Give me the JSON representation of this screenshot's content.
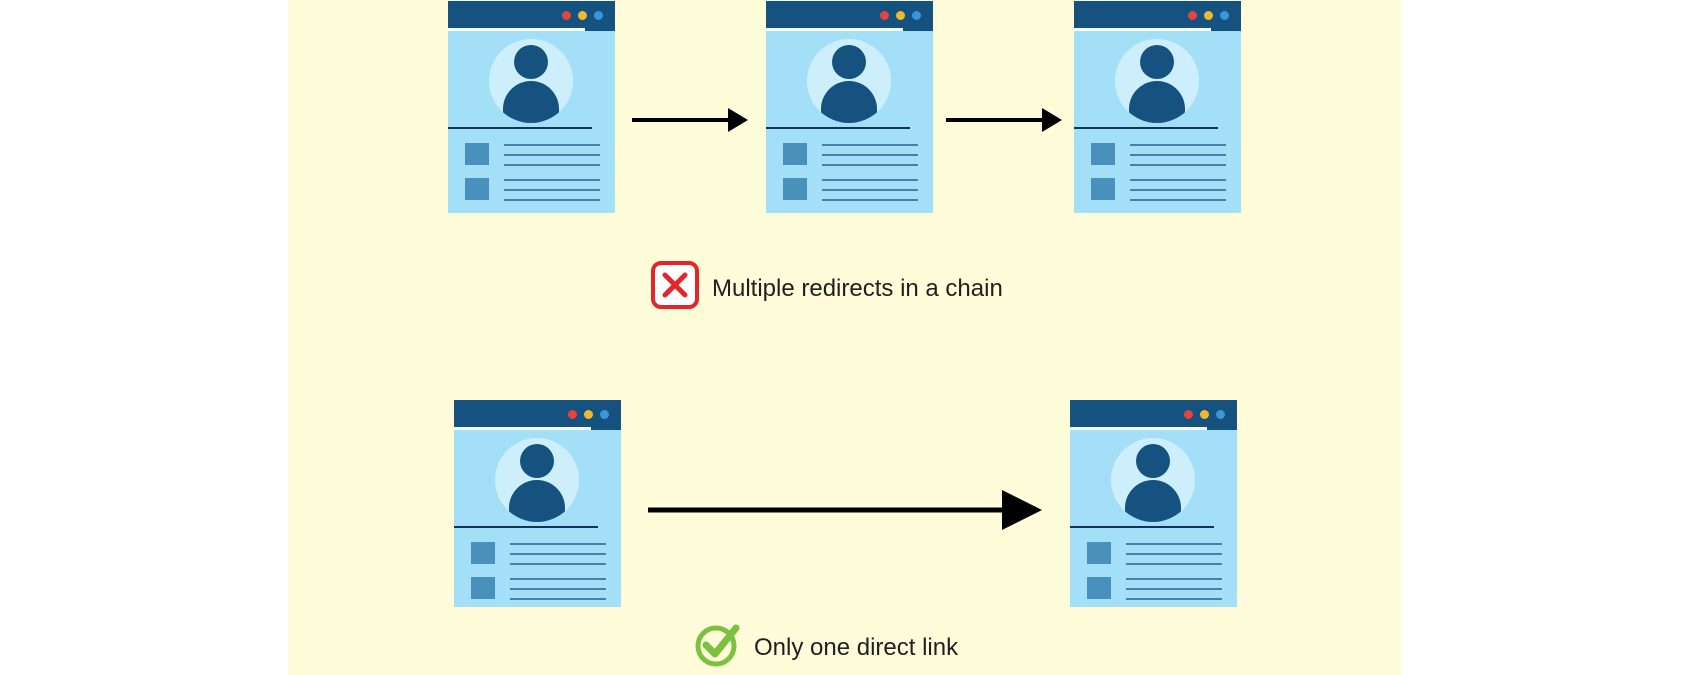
{
  "chain": {
    "caption": "Multiple redirects in a chain",
    "status_icon": "x-mark-icon",
    "status_color": "#e3262b",
    "pages": 3
  },
  "direct": {
    "caption": "Only one direct link",
    "status_icon": "checkmark-icon",
    "status_color": "#7cc241",
    "pages": 2
  },
  "colors": {
    "background": "#fffdd9",
    "page_fill": "#a3e0f8",
    "header": "#16527f",
    "arrow": "#000000"
  },
  "icons": [
    "web-page-icon",
    "user-avatar-icon",
    "arrow-right-icon",
    "x-mark-icon",
    "checkmark-icon"
  ]
}
